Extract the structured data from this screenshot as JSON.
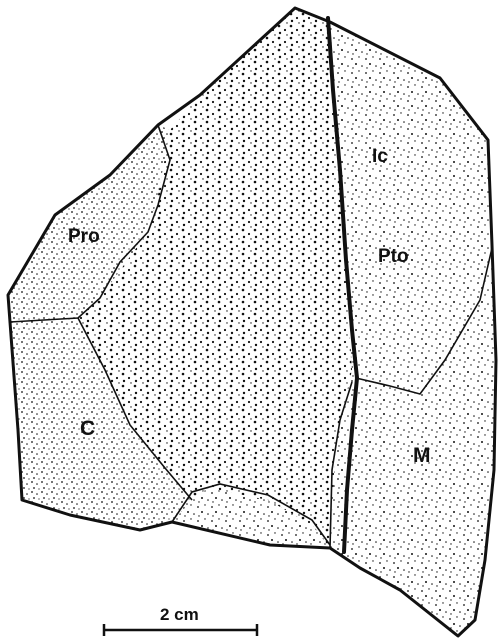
{
  "labels": {
    "ic": "Ic",
    "pro": "Pro",
    "pto": "Pto",
    "c": "C",
    "m": "M"
  },
  "scale_bar": {
    "label": "2 cm"
  },
  "colors": {
    "ink": "#111111",
    "paper": "#ffffff"
  }
}
